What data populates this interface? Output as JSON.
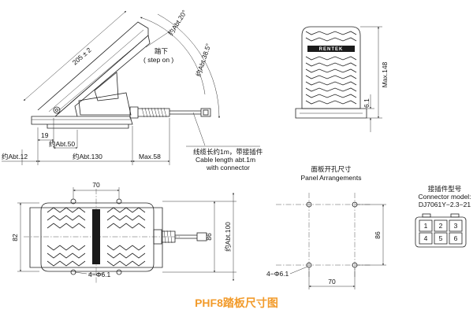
{
  "title": "PHF8踏板尺寸图",
  "side_view": {
    "length_dim": "205 ± 2",
    "step_label_cn": "踏下",
    "step_label_en": "( step on )",
    "angle_upper": "约Abt.20°",
    "angle_total": "约Abt.38.5°",
    "dim_19": "19",
    "dim_50": "约Abt.50",
    "dim_12": "约Abt.12",
    "dim_130": "约Abt.130",
    "dim_58": "Max.58",
    "cable_cn": "线缆长约1m，带接插件",
    "cable_en": "Cable length abt.1m",
    "cable_en2": "with connector"
  },
  "front_view": {
    "brand": "RENTEK",
    "dim_height": "Max.148",
    "dim_6_1": "6.1"
  },
  "top_view": {
    "dim_70": "70",
    "dim_82": "82",
    "dim_86": "86",
    "dim_100": "约Abt.100",
    "hole_label": "4−Φ6.1"
  },
  "panel": {
    "title_cn": "面板开孔尺寸",
    "title_en": "Panel Arrangements",
    "dim_86": "86",
    "dim_70": "70",
    "hole_label": "4−Φ6.1"
  },
  "connector": {
    "title_cn": "接插件型号",
    "title_en": "Connector model:",
    "model": "DJ7061Y−2.3−21",
    "pins": [
      "1",
      "2",
      "3",
      "4",
      "5",
      "6"
    ]
  },
  "colors": {
    "title": "#f29b2b",
    "line": "#222222"
  }
}
